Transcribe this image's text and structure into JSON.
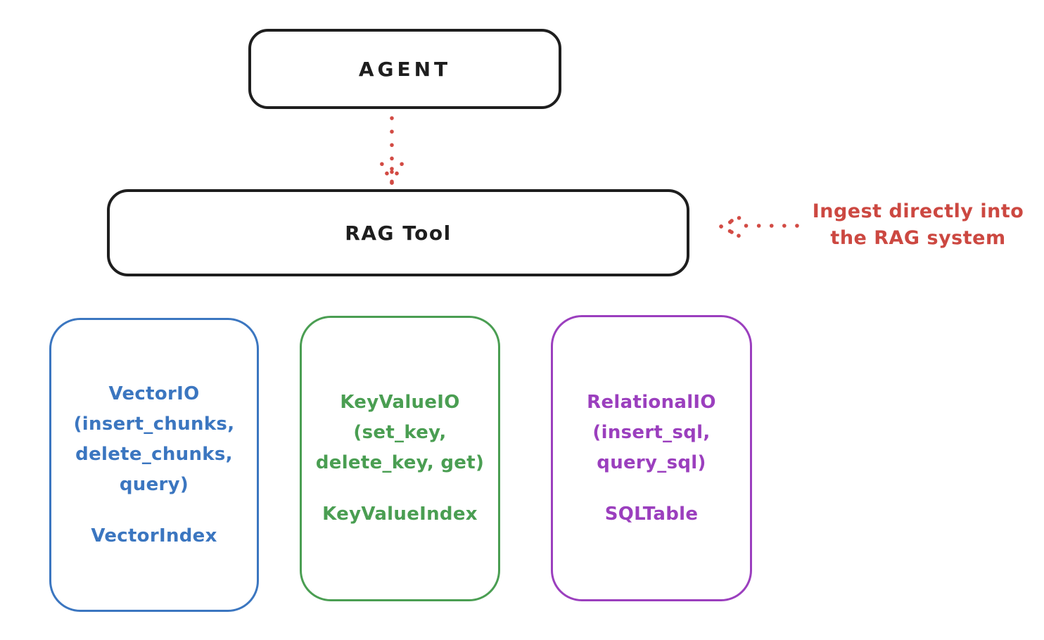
{
  "nodes": {
    "agent": {
      "label": "AGENT"
    },
    "rag_tool": {
      "label": "RAG Tool"
    }
  },
  "annotation": {
    "line1": "Ingest directly into",
    "line2": "the RAG system"
  },
  "backends": [
    {
      "id": "vector-io",
      "color": "#3b76c0",
      "lines": [
        "VectorIO",
        "(insert_chunks,",
        "delete_chunks,",
        "query)"
      ],
      "index_label": "VectorIndex"
    },
    {
      "id": "keyvalue-io",
      "color": "#4a9e52",
      "lines": [
        "KeyValueIO",
        "(set_key,",
        "delete_key, get)"
      ],
      "index_label": "KeyValueIndex"
    },
    {
      "id": "relational-io",
      "color": "#9b3fbe",
      "lines": [
        "RelationalIO",
        "(insert_sql,",
        "query_sql)"
      ],
      "index_label": "SQLTable"
    }
  ],
  "colors": {
    "stroke_black": "#1e1e1e",
    "arrow_red": "#d24b44",
    "annotation_red": "#cc4841",
    "vector_blue": "#3b76c0",
    "keyvalue_green": "#4a9e52",
    "relational_purple": "#9b3fbe"
  }
}
